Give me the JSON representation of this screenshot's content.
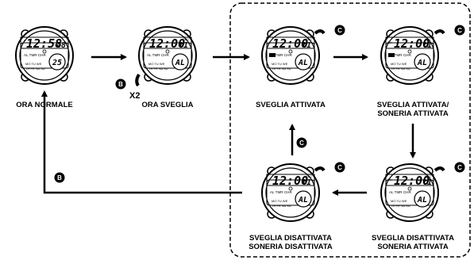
{
  "buttons": {
    "b": "B",
    "c": "C"
  },
  "press_count": "X2",
  "captions": {
    "ora_normale": "ORA NORMALE",
    "ora_sveglia": "ORA SVEGLIA",
    "sveglia_attivata": "SVEGLIA ATTIVATA",
    "sveglia_soneria_1": "SVEGLIA ATTIVATA/",
    "sveglia_soneria_2": "SONERIA ATTIVATA",
    "dis_sveglia_sx_1": "SVEGLIA DISATTIVATA",
    "dis_sveglia_sx_2": "SONERIA DISATTIVATA",
    "dis_soneria_1": "SVEGLIA DISATTIVATA",
    "dis_soneria_2": "SONERIA ATTIVATA"
  },
  "watch_normal": {
    "pm": "P",
    "time": "12:58",
    "seconds": "48",
    "modes": "AL TMR CHR",
    "days1": "MO TU WE",
    "days2": "TH FR SA SU",
    "circle": "25"
  },
  "watch_alarm": {
    "time": "12:00",
    "suffix": "t1",
    "sec_label": "SEC",
    "sh_label": "SH",
    "modes": "AL TMR CHR",
    "days1": "MO TU WE",
    "days2": "TH FR SA SU",
    "circle": "AL"
  }
}
